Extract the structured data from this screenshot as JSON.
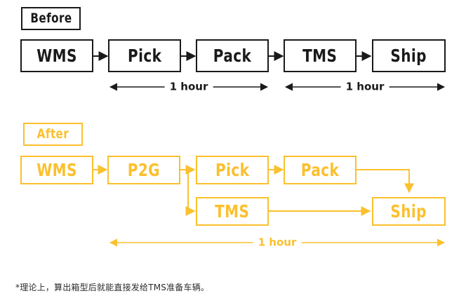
{
  "diagram": {
    "title_visible": false,
    "colors": {
      "before_stroke": "#1a1a1a",
      "after_stroke": "#FBC02D",
      "background": "#ffffff"
    },
    "sections": [
      {
        "id": "before",
        "tag_label": "Before",
        "nodes": [
          {
            "id": "before-wms",
            "label": "WMS"
          },
          {
            "id": "before-pick",
            "label": "Pick"
          },
          {
            "id": "before-pack",
            "label": "Pack"
          },
          {
            "id": "before-tms",
            "label": "TMS"
          },
          {
            "id": "before-ship",
            "label": "Ship"
          }
        ],
        "measures": [
          {
            "id": "before-measure-1",
            "label": "1 hour",
            "spans": "Pick to Pack"
          },
          {
            "id": "before-measure-2",
            "label": "1 hour",
            "spans": "TMS to Ship"
          }
        ]
      },
      {
        "id": "after",
        "tag_label": "After",
        "nodes": [
          {
            "id": "after-wms",
            "label": "WMS"
          },
          {
            "id": "after-p2g",
            "label": "P2G"
          },
          {
            "id": "after-pick",
            "label": "Pick"
          },
          {
            "id": "after-pack",
            "label": "Pack"
          },
          {
            "id": "after-tms",
            "label": "TMS"
          },
          {
            "id": "after-ship",
            "label": "Ship"
          }
        ],
        "measures": [
          {
            "id": "after-measure-1",
            "label": "1 hour",
            "spans": "P2G to Ship"
          }
        ]
      }
    ],
    "footnote": "*理论上，算出箱型后就能直接发给TMS准备车辆。"
  }
}
